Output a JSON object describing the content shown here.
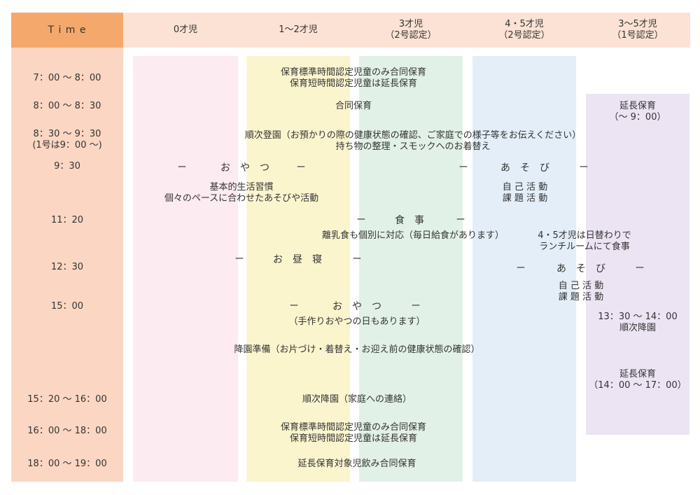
{
  "colors": {
    "time_col": "#fbd6c3",
    "time_header": "#f5a86b",
    "header_bg": "#fce2d4",
    "col0": "#fcebf1",
    "col12": "#fbf5ce",
    "col3": "#e2f1e7",
    "col45": "#e3eef8",
    "col35": "#ece4f3"
  },
  "headers": {
    "time": "T i m e",
    "age0": "0才児",
    "age12": "1～2才児",
    "age3": "3才児\n（2号認定）",
    "age45": "4・5才児\n（2号認定）",
    "age35": "3～5才児\n（1号認定）"
  },
  "times": {
    "t1": "7：00 ～ 8：00",
    "t2": "8：00 ～ 8：30",
    "t3": "8：30 ～ 9：30\n(1号は9：00 ～)",
    "t4": "9：30",
    "t5": "11：20",
    "t6": "12：30",
    "t7": "15：00",
    "t8": "15：20 ～ 16：00",
    "t9": "16：00 ～ 18：00",
    "t10": "18：00 ～ 19：00"
  },
  "activities": {
    "morning_care": "保育標準時間認定児童のみ合同保育\n保育短時間認定児童は延長保育",
    "joint_care": "合同保育",
    "arrival": "順次登園（お預かりの際の健康状態の確認、ご家庭での様子等をお伝えください）\n持ち物の整理・スモックへのお着替え",
    "snack_930_dash_l": "ー",
    "snack_930_label": "お　や　つ",
    "snack_930_dash_r": "ー",
    "play_930_dash_l": "ー",
    "play_930_label": "あ　そ　び",
    "play_930_dash_r": "ー",
    "habits": "基本的生活習慣\n個々のペースに合わせたあそびや活動",
    "self_activity_1": "自 己 活 動\n課 題 活 動",
    "meal_dash_l": "ー",
    "meal_label": "食　事",
    "meal_dash_r": "ー",
    "meal_note": "離乳食も個別に対応（毎日給食があります）",
    "lunchroom": "4・5才児は日替わりで\nランチルームにて食事",
    "nap_dash_l": "ー",
    "nap_label": "お　昼　寝",
    "nap_dash_r": "ー",
    "play_1230_dash_l": "ー",
    "play_1230_label": "あ　そ　び",
    "play_1230_dash_r": "ー",
    "self_activity_2": "自 己 活 動\n課 題 活 動",
    "snack_1500_dash_l": "ー",
    "snack_1500_label": "お　や　つ",
    "snack_1500_dash_r": "ー",
    "homemade": "（手作りおやつの日もあります）",
    "prep_leave": "降園準備（お片づけ・着替え・お迎え前の健康状態の確認）",
    "leave": "順次降園（家庭への連絡）",
    "evening_care": "保育標準時間認定児童のみ合同保育\n保育短時間認定児童は延長保育",
    "late_care": "延長保育対象児飲み合同保育",
    "ext_morning": "延長保育\n（～ 9：00）",
    "ext_leave": "13：30 ～ 14：00\n順次降園",
    "ext_afternoon": "延長保育\n（14：00 ～ 17：00）"
  }
}
